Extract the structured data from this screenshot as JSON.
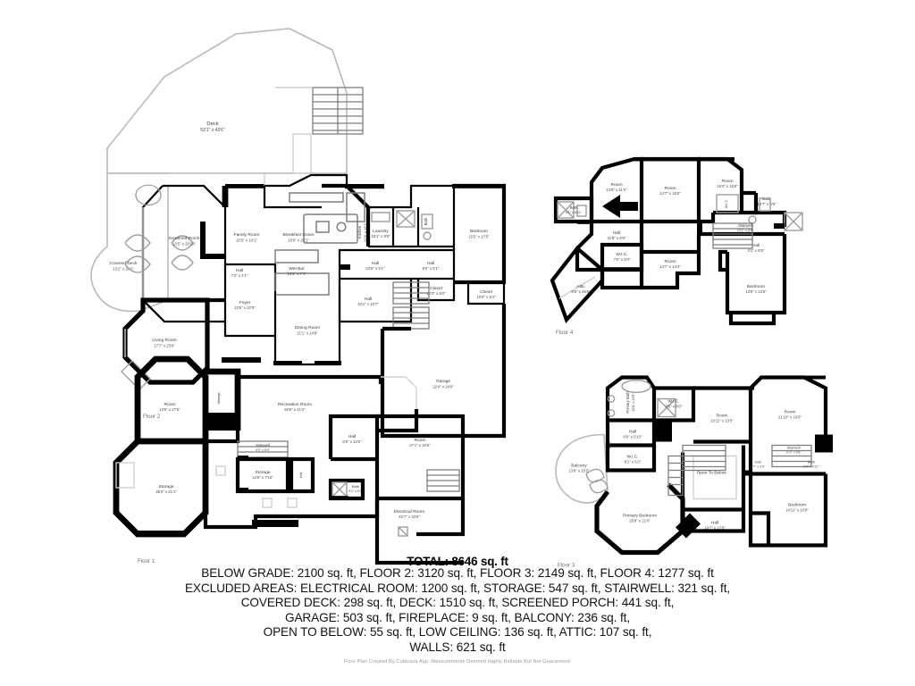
{
  "document": {
    "type": "floor-plan-sheet",
    "total_banner": "TOTAL: 8646 sq. ft",
    "footer": "Floor Plan Created By Cubicasa App. Measurements Deemed Highly Reliable But Not Guaranteed."
  },
  "summary_lines": [
    "BELOW GRADE: 2100 sq. ft, FLOOR 2: 3120 sq. ft, FLOOR 3: 2149 sq. ft, FLOOR 4: 1277 sq. ft",
    "EXCLUDED AREAS: ELECTRICAL ROOM: 1200 sq. ft, STORAGE: 547 sq. ft, STAIRWELL: 321 sq. ft,",
    "COVERED DECK: 298 sq. ft, DECK: 1510 sq. ft, SCREENED PORCH: 441 sq. ft,",
    "GARAGE: 503 sq. ft, FIREPLACE: 9 sq. ft, BALCONY: 236 sq. ft,",
    "OPEN TO BELOW: 55 sq. ft, LOW CEILING: 136 sq. ft, ATTIC: 107 sq. ft,",
    "WALLS: 621 sq. ft"
  ],
  "areas": {
    "total_sq_ft": 8646,
    "below_grade": 2100,
    "floor_2": 3120,
    "floor_3": 2149,
    "floor_4": 1277,
    "excluded": {
      "electrical_room": 1200,
      "storage": 547,
      "stairwell": 321,
      "covered_deck": 298,
      "deck": 1510,
      "screened_porch": 441,
      "garage": 503,
      "fireplace": 9,
      "balcony": 236,
      "open_to_below": 55,
      "low_ceiling": 136,
      "attic": 107,
      "walls": 621
    }
  },
  "plans": {
    "floor2": {
      "caption": "Floor 2",
      "rooms": [
        {
          "name": "Deck",
          "dim": "53'1\" x 43'6\""
        },
        {
          "name": "Covered Deck",
          "dim": "13'2\" x 20'2\""
        },
        {
          "name": "Screened Porch",
          "dim": "13'5\" x 28'10\""
        },
        {
          "name": "Family Room",
          "dim": "20'5\" x 14'1\""
        },
        {
          "name": "Breakfast Room",
          "dim": "15'0\" x 20'1\""
        },
        {
          "name": "Kitchen",
          "dim": "12'9\" x 16'1\""
        },
        {
          "name": "Wet Bar",
          "dim": "13'3\" x 7'4\""
        },
        {
          "name": "Foyer",
          "dim": "22'6\" x 22'0\""
        },
        {
          "name": "Living Room",
          "dim": "27'7\" x 23'6\""
        },
        {
          "name": "Dining Room",
          "dim": "21'1\" x 14'8\""
        },
        {
          "name": "Laundry",
          "dim": "10'1\" x 9'9\""
        },
        {
          "name": "Bath",
          "dim": "10'3\" x 5'6\""
        },
        {
          "name": "Hall",
          "dim": "22'5\" x 5'1\""
        },
        {
          "name": "Hall",
          "dim": "8'6\" x 5'1\""
        },
        {
          "name": "Hall",
          "dim": "10'1\" x 10'7\""
        },
        {
          "name": "Hall",
          "dim": "7'2\" x 4'1\""
        },
        {
          "name": "Bedroom",
          "dim": "15'5\" x 17'5\""
        },
        {
          "name": "Closet",
          "dim": "10'0\" x 6'0\""
        },
        {
          "name": "Closet",
          "dim": "10'0\" x 5'4\""
        },
        {
          "name": "Garage",
          "dim": "22'4\" x 24'0\""
        }
      ]
    },
    "floor4": {
      "caption": "Floor 4",
      "rooms": [
        {
          "name": "Room",
          "dim": "13'8\" x 11'3\""
        },
        {
          "name": "Room",
          "dim": "14'7\" x 15'5\""
        },
        {
          "name": "Room",
          "dim": "15'4\" x 15'5\""
        },
        {
          "name": "Room",
          "dim": "14'7\" x 14'4\""
        },
        {
          "name": "Bath",
          "dim": "9'1\" x 8'11\""
        },
        {
          "name": "Bath",
          "dim": "14'7\" x 6'9\""
        },
        {
          "name": "Hall",
          "dim": "11'8\" x 8'9\""
        },
        {
          "name": "Hall",
          "dim": "2'1\" x 6'5\""
        },
        {
          "name": "W.I.C.",
          "dim": "7'0\" x 6'0\""
        },
        {
          "name": "Stairwell",
          "dim": "21'1\" x 6'5\""
        },
        {
          "name": "Attic",
          "dim": "9'5\" x 29'6\""
        },
        {
          "name": "Bedroom",
          "dim": "13'8\" x 13'5\""
        }
      ]
    },
    "floor1": {
      "caption": "Floor 1",
      "rooms": [
        {
          "name": "Room",
          "dim": "13'6\" x 27'5\""
        },
        {
          "name": "Recreation Room",
          "dim": "50'5\" x 21'2\""
        },
        {
          "name": "Storage",
          "dim": "35'2\" x 21'1\""
        },
        {
          "name": "Storage",
          "dim": "14'5\" x 7'10\""
        },
        {
          "name": "Stairwell",
          "dim": "9'9\" x 6'9\""
        },
        {
          "name": "Hall",
          "dim": "3'0\" x 6'9\""
        },
        {
          "name": "Hall",
          "dim": "8'6\" x 12'5\""
        },
        {
          "name": "Room",
          "dim": "27'1\" x 20'5\""
        },
        {
          "name": "Bath",
          "dim": "9'1\" x 6'9\""
        },
        {
          "name": "Electrical Room",
          "dim": "42'7\" x 33'6\""
        }
      ]
    },
    "floor3": {
      "caption": "Floor 3",
      "rooms": [
        {
          "name": "Primary Bath",
          "dim": "19'8\" x 13'6\""
        },
        {
          "name": "W.I.C.",
          "dim": "9'5\" x 8'0\""
        },
        {
          "name": "W.I.C.",
          "dim": "9'1\" x 6'2\""
        },
        {
          "name": "Balcony",
          "dim": "13'8\" x 15'5\""
        },
        {
          "name": "Hall",
          "dim": "8'9\" x 5'10\""
        },
        {
          "name": "Hall",
          "dim": "2'3\" x 3'3\""
        },
        {
          "name": "Hall",
          "dim": "10'7\" x 17'5\""
        },
        {
          "name": "Hall",
          "dim": "6'7\" x 3'9\""
        },
        {
          "name": "Primary Bedroom",
          "dim": "25'8\" x 21'6\""
        },
        {
          "name": "Open To Below",
          "dim": ""
        },
        {
          "name": "Room",
          "dim": "16'11\" x 13'5\""
        },
        {
          "name": "Room",
          "dim": "21'10\" x 16'8\""
        },
        {
          "name": "Stairwell",
          "dim": "11'3\" x 6'8\""
        },
        {
          "name": "Bath",
          "dim": "6'9\" x 9'11\""
        },
        {
          "name": "Bedroom",
          "dim": "14'11\" x 16'8\""
        }
      ]
    }
  },
  "colors": {
    "wall": "#000000",
    "light_line": "#b9b9b9",
    "label_text": "#3a3a3a",
    "footer_text": "#9a9a9a",
    "background": "#ffffff"
  }
}
